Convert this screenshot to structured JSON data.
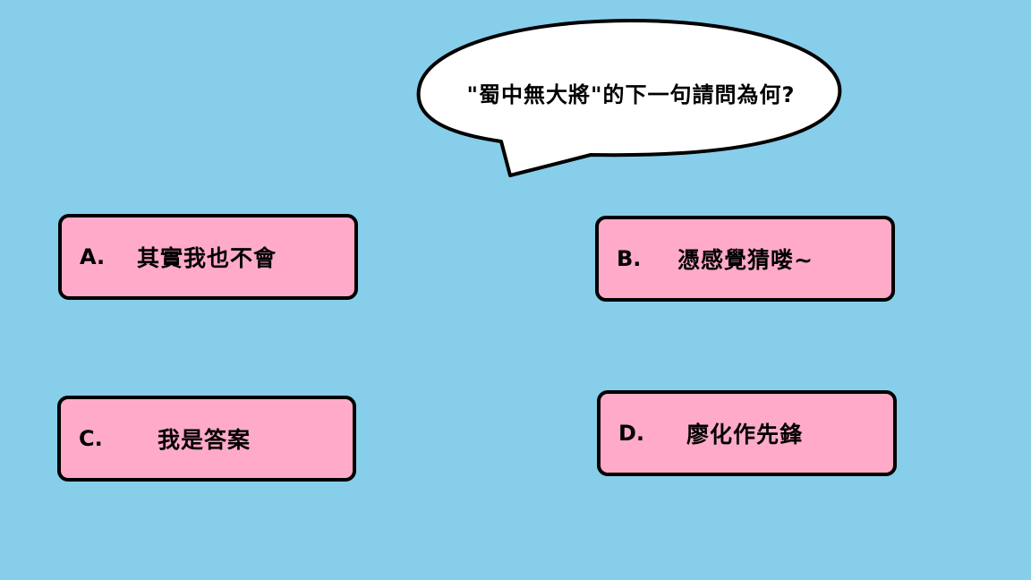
{
  "question": {
    "text": "\"蜀中無大將\"的下一句請問為何?"
  },
  "answers": [
    {
      "letter": "A.",
      "text": "其實我也不會"
    },
    {
      "letter": "B.",
      "text": "憑感覺猜喽~"
    },
    {
      "letter": "C.",
      "text": "我是答案"
    },
    {
      "letter": "D.",
      "text": "廖化作先鋒"
    }
  ],
  "colors": {
    "background": "#87CEEB",
    "answer_fill": "#FFAAC9",
    "bubble_fill": "#FFFFFF",
    "outline": "#000000"
  }
}
